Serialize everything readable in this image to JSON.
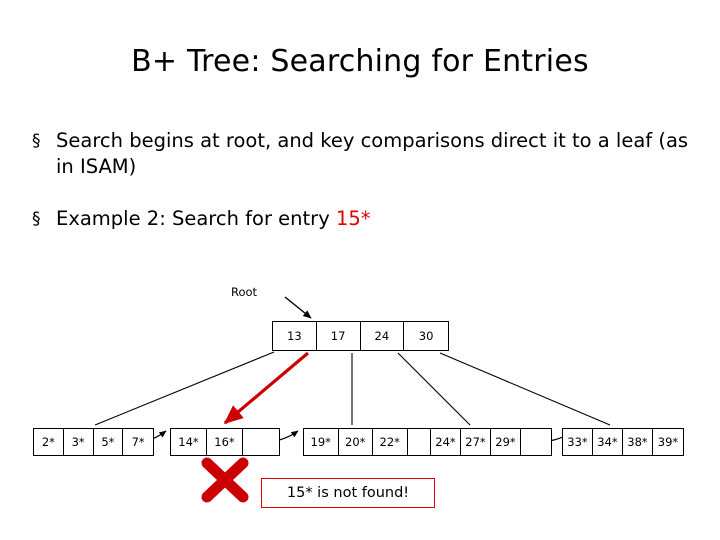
{
  "slide": {
    "title": "B+ Tree: Searching for Entries",
    "bullets": [
      {
        "marker": "§",
        "text": "Search begins at root, and key comparisons direct it to a leaf (as in ISAM)"
      },
      {
        "marker": "§",
        "text_before": "Example 2: Search for entry ",
        "highlight": "15*",
        "text_after": ""
      }
    ]
  },
  "diagram": {
    "root_label": "Root",
    "root_node": {
      "name": "root-node",
      "keys": [
        "13",
        "17",
        "24",
        "30"
      ]
    },
    "leaves": [
      {
        "name": "leaf-1",
        "cells": [
          "2*",
          "3*",
          "5*",
          "7*"
        ]
      },
      {
        "name": "leaf-2",
        "cells": [
          "14*",
          "16*",
          ""
        ]
      },
      {
        "name": "leaf-3",
        "cells": [
          "19*",
          "20*",
          "22*",
          ""
        ]
      },
      {
        "name": "leaf-4",
        "cells": [
          "24*",
          "27*",
          "29*",
          ""
        ]
      },
      {
        "name": "leaf-5",
        "cells": [
          "33*",
          "34*",
          "38*",
          "39*"
        ]
      }
    ],
    "not_found_message": "15* is not found!",
    "colors": {
      "accent_red": "#e00000",
      "line": "#000000",
      "search_path": "#cc0000"
    }
  }
}
